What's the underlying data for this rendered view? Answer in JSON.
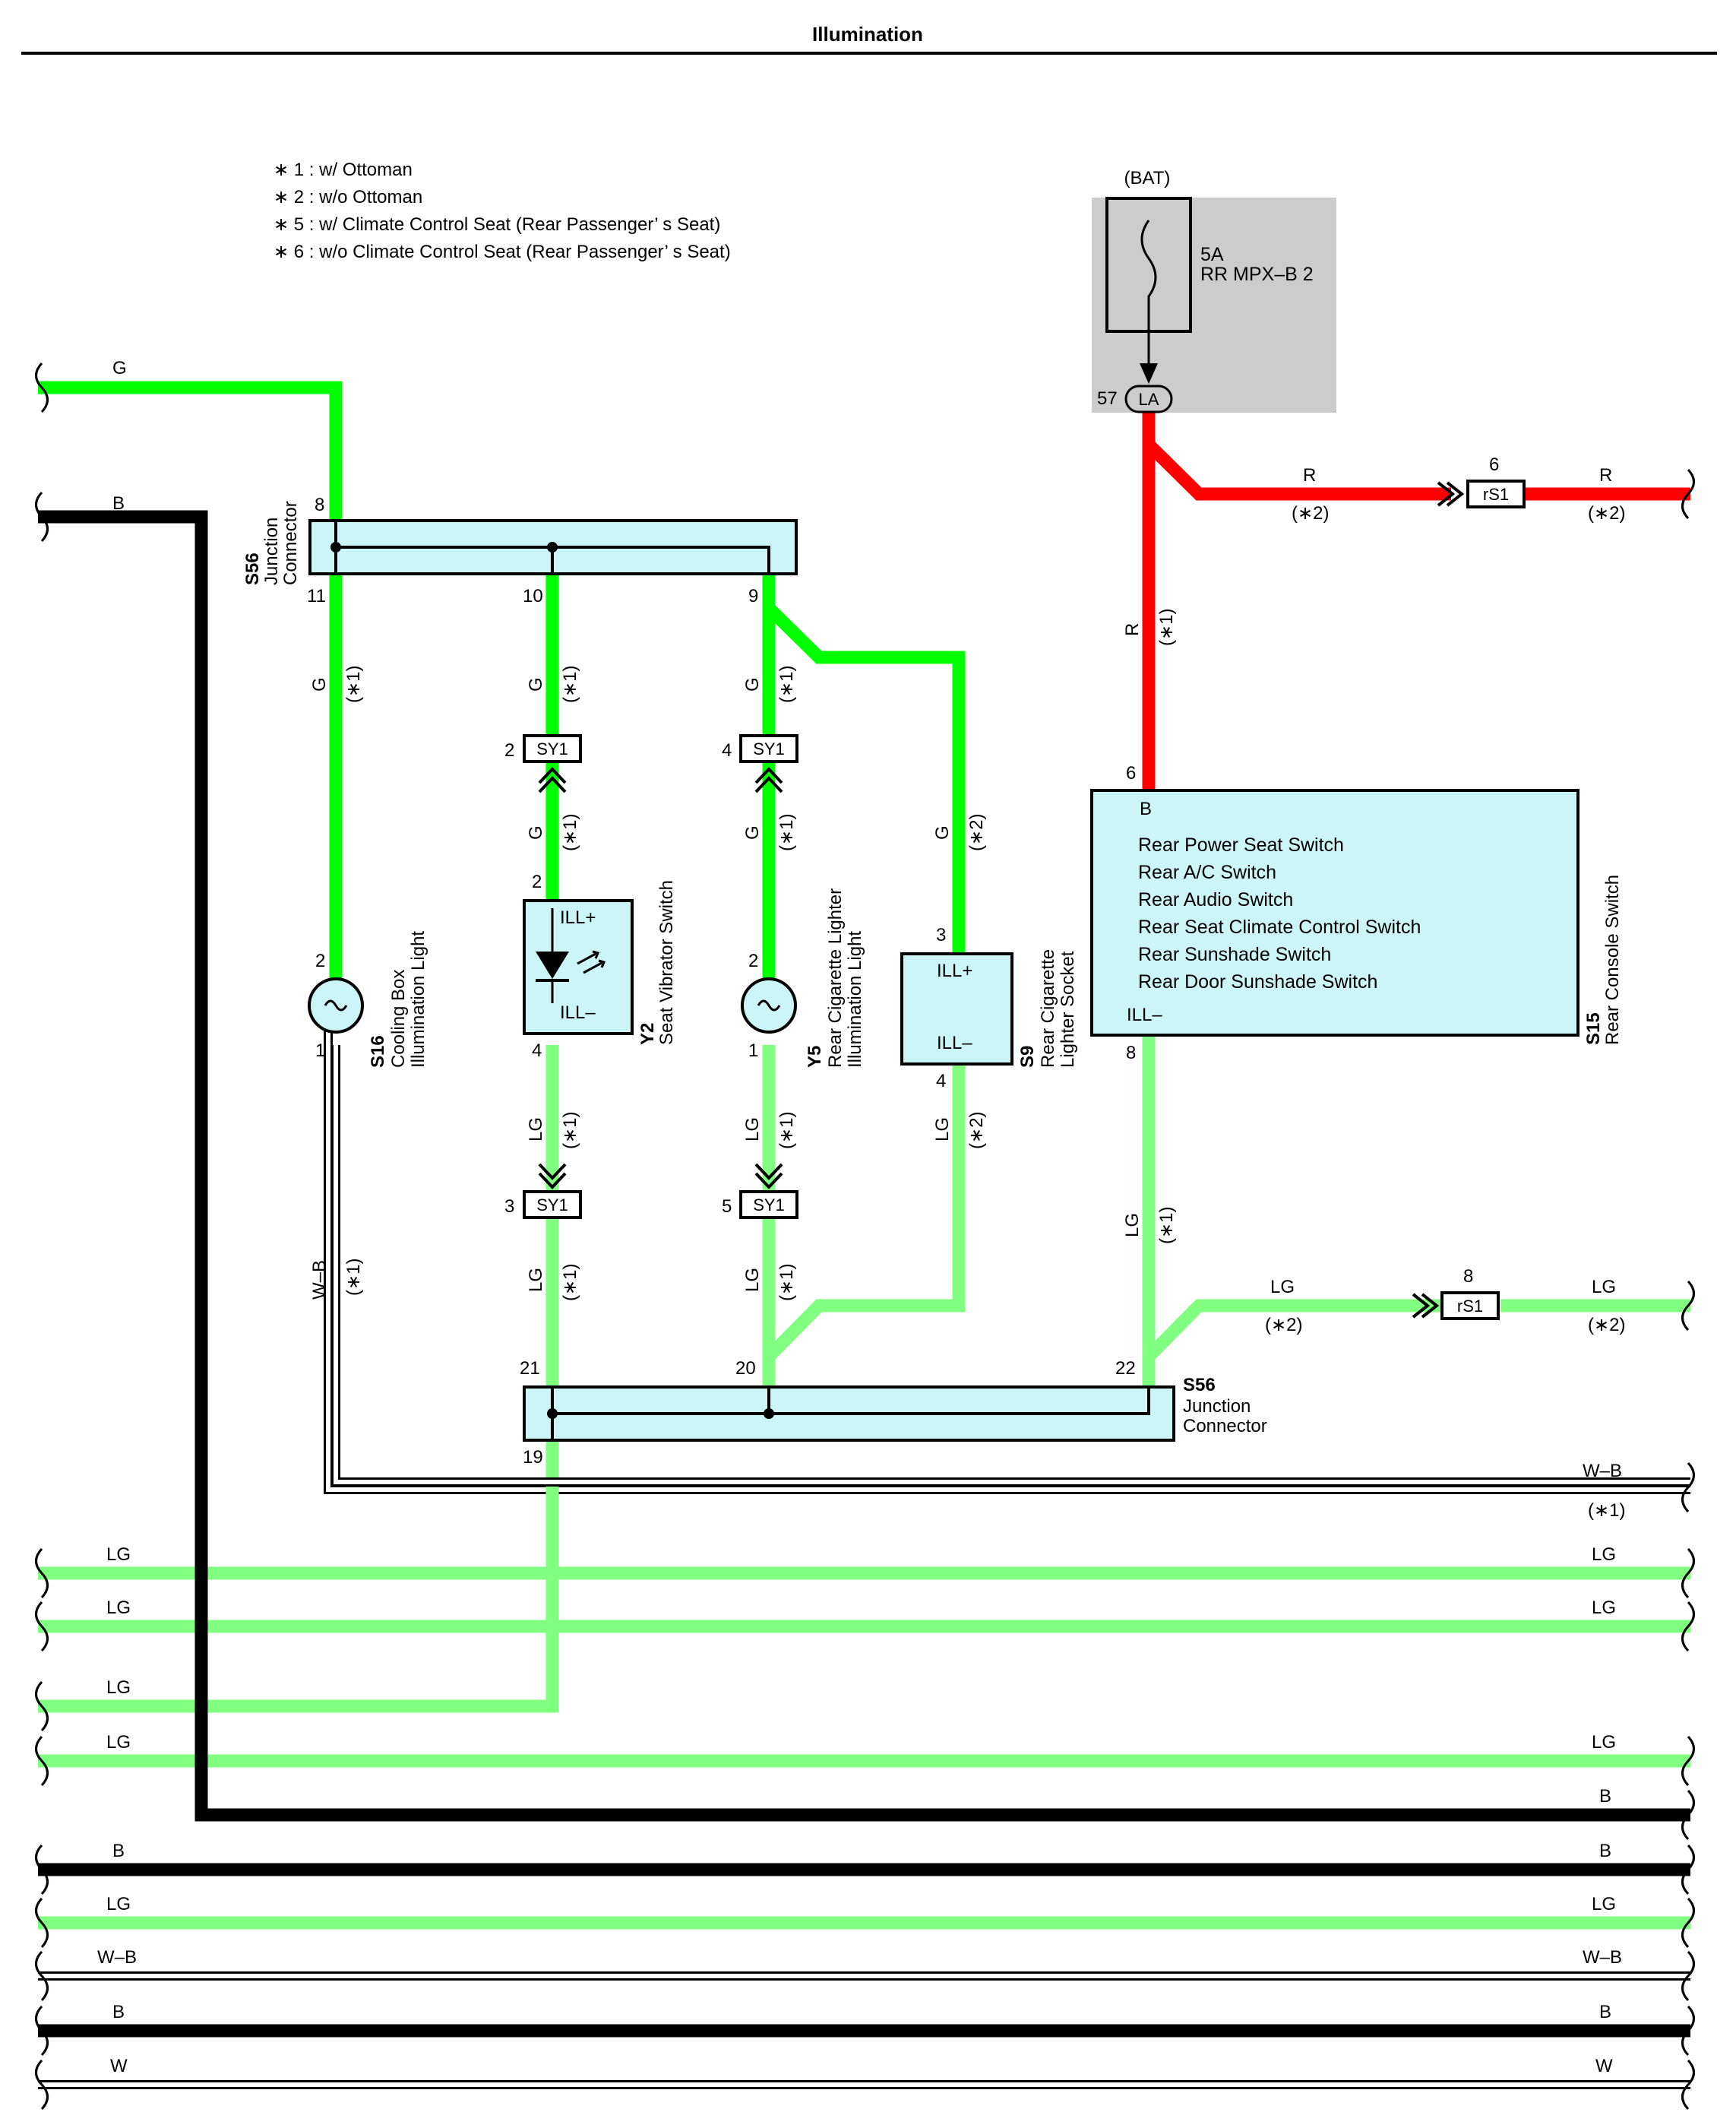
{
  "title": "Illumination",
  "legend": [
    "∗ 1 : w/ Ottoman",
    "∗ 2 : w/o Ottoman",
    "∗ 5 : w/ Climate Control Seat  (Rear Passenger’ s Seat)",
    "∗ 6 : w/o Climate Control Seat  (Rear Passenger’ s Seat)"
  ],
  "colors": {
    "G": "#00ff00",
    "LG": "#80ff80",
    "R": "#ff0000",
    "B": "#000000",
    "W": "#ffffff",
    "component_fill": "#ccf5f7",
    "fuse_box_fill": "#cccccc"
  },
  "battery": {
    "label": "(BAT)",
    "fuse_rating": "5A",
    "fuse_name": "RR MPX–B 2",
    "connector_pin": "57",
    "connector": "LA"
  },
  "junction_connector": {
    "code": "S56",
    "name_line1": "Junction",
    "name_line2": "Connector",
    "upper_pins": [
      "8",
      "11",
      "10",
      "9"
    ],
    "lower_pins": [
      "21",
      "20",
      "22",
      "19"
    ]
  },
  "connector_sy1": {
    "label": "SY1",
    "pins": [
      "2",
      "4",
      "3",
      "5"
    ]
  },
  "connector_rs1": {
    "label": "rS1",
    "pins": [
      "6",
      "8"
    ]
  },
  "components": {
    "cooling_box_light": {
      "code": "S16",
      "name_line1": "Cooling Box",
      "name_line2": "Illumination Light",
      "pins": [
        "2",
        "1"
      ]
    },
    "seat_vibrator_switch": {
      "code": "Y2",
      "name": "Seat Vibrator Switch",
      "terminals": [
        "ILL+",
        "ILL–"
      ],
      "pins": [
        "2",
        "4"
      ]
    },
    "rear_cig_lighter_light": {
      "code": "Y5",
      "name_line1": "Rear Cigarette Lighter",
      "name_line2": "Illumination Light",
      "pins": [
        "2",
        "1"
      ]
    },
    "rear_cig_lighter_socket": {
      "code": "S9",
      "name_line1": "Rear Cigarette",
      "name_line2": "Lighter Socket",
      "terminals": [
        "ILL+",
        "ILL–"
      ],
      "pins": [
        "3",
        "4"
      ]
    },
    "rear_console_switch": {
      "code": "S15",
      "name": "Rear Console Switch",
      "terminals": [
        "B",
        "ILL–"
      ],
      "pins": [
        "6",
        "8"
      ],
      "functions": [
        "Rear Power Seat Switch",
        "Rear A/C Switch",
        "Rear Audio Switch",
        "Rear Seat Climate Control Switch",
        "Rear Sunshade Switch",
        "Rear Door Sunshade Switch"
      ]
    }
  },
  "wire_colors": {
    "G": "G",
    "LG": "LG",
    "R": "R",
    "B": "B",
    "WB": "W–B",
    "W": "W"
  },
  "notes": {
    "n1": "(∗1)",
    "n2": "(∗2)"
  }
}
